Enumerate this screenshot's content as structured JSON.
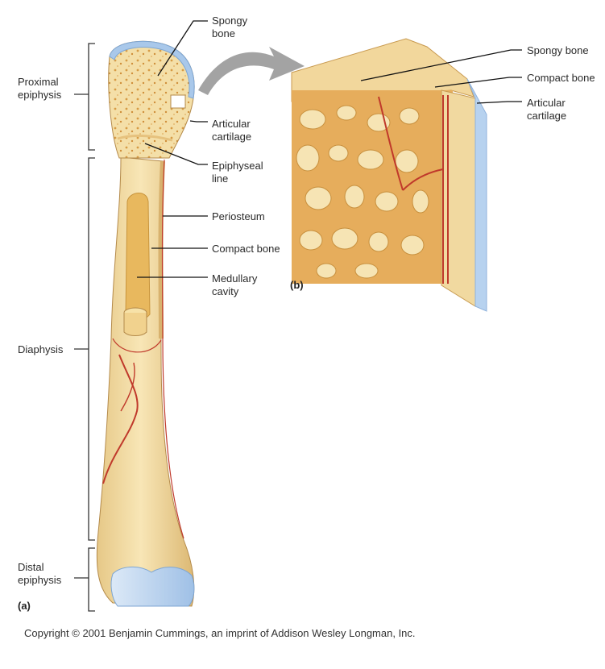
{
  "labels_left": {
    "proximal_epiphysis": "Proximal\nepiphysis",
    "diaphysis": "Diaphysis",
    "distal_epiphysis": "Distal\nepiphysis"
  },
  "labels_a": {
    "spongy_bone": "Spongy\nbone",
    "articular_cartilage": "Articular\ncartilage",
    "epiphyseal_line": "Epiphyseal\nline",
    "periosteum": "Periosteum",
    "compact_bone": "Compact bone",
    "medullary_cavity": "Medullary\ncavity"
  },
  "labels_b": {
    "spongy_bone": "Spongy bone",
    "compact_bone": "Compact bone",
    "articular_cartilage": "Articular\ncartilage"
  },
  "panels": {
    "a": "(a)",
    "b": "(b)"
  },
  "copyright": "Copyright © 2001 Benjamin Cummings, an imprint of Addison Wesley Longman, Inc.",
  "colors": {
    "bone": "#f3dca0",
    "bone_shadow": "#e3c27a",
    "spongy_dot": "#d9a04a",
    "cartilage": "#b9d4ef",
    "vessel": "#c0392b",
    "trabecula": "#e2a550",
    "arrow": "#9a9a9a"
  }
}
